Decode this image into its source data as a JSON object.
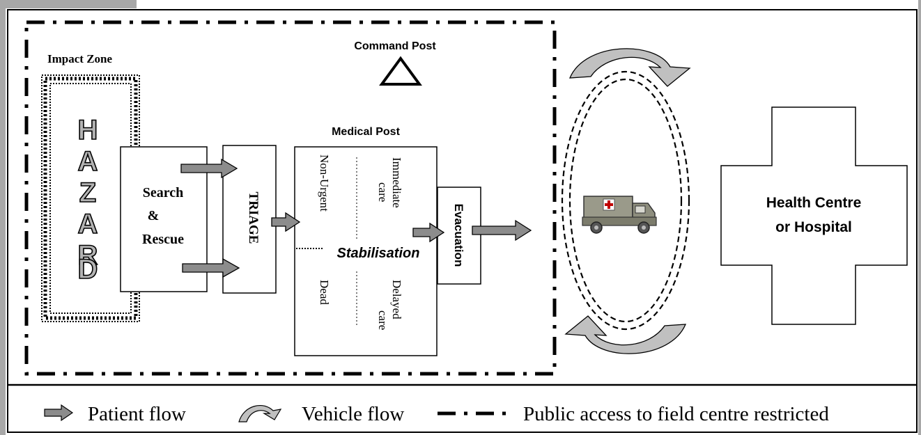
{
  "diagram": {
    "impact_zone": "Impact Zone",
    "command_post": "Command Post",
    "hazard_letters": [
      "H",
      "A",
      "Z",
      "A",
      "R",
      "D"
    ],
    "search_rescue": [
      "Search",
      "&",
      "Rescue"
    ],
    "triage": "TRIAGE",
    "medical_post": "Medical Post",
    "quadrants": {
      "non_urgent": "Non-Urgent",
      "immediate_care": [
        "Immediate",
        "care"
      ],
      "dead": "Dead",
      "delayed_care": [
        "Delayed",
        "care"
      ]
    },
    "stabilisation": "Stabilisation",
    "evacuation": "Evacuation",
    "hospital": [
      "Health Centre",
      "or Hospital"
    ]
  },
  "legend": {
    "patient_flow": "Patient flow",
    "vehicle_flow": "Vehicle flow",
    "restricted": "Public access to field centre restricted"
  },
  "colors": {
    "arrow_fill": "#8c8c8c",
    "curve_fill": "#c0c0c0",
    "corner_gray": "#a8a8a8"
  }
}
